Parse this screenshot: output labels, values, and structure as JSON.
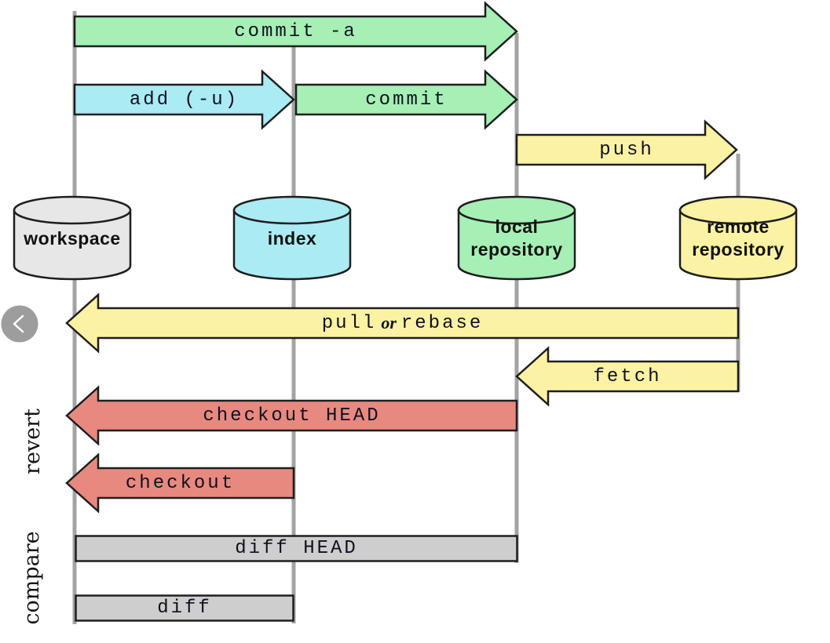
{
  "nav": {
    "prev_icon": "chevron-left"
  },
  "colors": {
    "lifeline": "#a3a3a3",
    "outline": "#1e1e1e",
    "nav_button": "#9d9d9d",
    "nav_icon": "#ffffff"
  },
  "nodes": [
    {
      "id": "workspace",
      "lines": [
        "workspace"
      ],
      "color": "#e7e7e7"
    },
    {
      "id": "index",
      "lines": [
        "index"
      ],
      "color": "#abebf3"
    },
    {
      "id": "local-repository",
      "lines": [
        "local",
        "repository"
      ],
      "color": "#a6efb5"
    },
    {
      "id": "remote-repository",
      "lines": [
        "remote",
        "repository"
      ],
      "color": "#fcf2a3"
    }
  ],
  "arrows": [
    {
      "id": "commit-a",
      "label": "commit -a",
      "color": "#a6efb5",
      "direction": "right",
      "from": "workspace",
      "to": "local repository"
    },
    {
      "id": "add",
      "label": "add (-u)",
      "color": "#abebf3",
      "direction": "right",
      "from": "workspace",
      "to": "index"
    },
    {
      "id": "commit",
      "label": "commit",
      "color": "#a6efb5",
      "direction": "right",
      "from": "index",
      "to": "local repository"
    },
    {
      "id": "push",
      "label": "push",
      "color": "#fcf2a3",
      "direction": "right",
      "from": "local repository",
      "to": "remote repository"
    },
    {
      "id": "pull-or-rebase",
      "label_parts": [
        "pull",
        "or",
        "rebase"
      ],
      "color": "#fcf2a3",
      "direction": "left",
      "from": "remote repository",
      "to": "workspace"
    },
    {
      "id": "fetch",
      "label": "fetch",
      "color": "#fcf2a3",
      "direction": "left",
      "from": "remote repository",
      "to": "local repository"
    },
    {
      "id": "checkout-head",
      "label": "checkout HEAD",
      "color": "#e8897f",
      "direction": "left",
      "from": "local repository",
      "to": "workspace"
    },
    {
      "id": "checkout",
      "label": "checkout",
      "color": "#e8897f",
      "direction": "left",
      "from": "index",
      "to": "workspace"
    }
  ],
  "bars": [
    {
      "id": "diff-head",
      "label": "diff HEAD",
      "color": "#cecece",
      "from": "workspace",
      "to": "local repository"
    },
    {
      "id": "diff",
      "label": "diff",
      "color": "#cecece",
      "from": "workspace",
      "to": "index"
    }
  ],
  "side_labels": {
    "revert": "revert",
    "compare": "compare"
  }
}
